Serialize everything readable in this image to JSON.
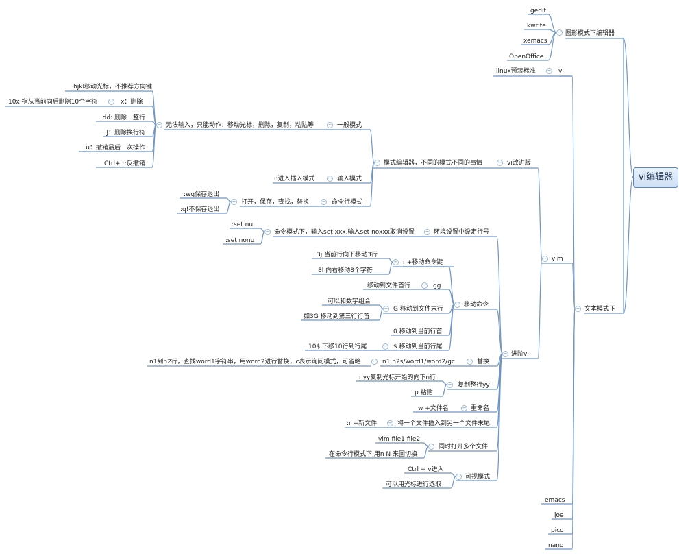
{
  "root": "vi编辑器",
  "gui": {
    "label": "图形模式下编辑器",
    "items": [
      "gedit",
      "kwrite",
      "xemacs",
      "OpenOffice"
    ]
  },
  "text_mode": {
    "label": "文本模式下",
    "vi": {
      "label": "vi",
      "note": "linux预装标准"
    },
    "vim": {
      "label": "vim",
      "improved": {
        "label": "vi改进版",
        "desc": "模式编辑器，不同的模式不同的事情",
        "normal": {
          "label": "一般模式",
          "desc": "无法输入，只能动作：移动光标，删除，复制，粘贴等",
          "items": [
            "hjkl移动光标，不推荐方向键",
            "x：删除",
            "10x   指从当前向后删除10个字符",
            "dd: 删除一整行",
            "J：删除换行符",
            "u：撤销最后一次操作",
            "Ctrl+ r:反撤销"
          ]
        },
        "insert": {
          "label": "输入模式",
          "desc": "i:进入插入模式"
        },
        "command": {
          "label": "命令行模式",
          "desc": "打开，保存，查找，替换",
          "items": [
            ":wq保存退出",
            ":q!不保存退出"
          ]
        }
      },
      "advanced": {
        "label": "进阶vi",
        "env": {
          "label": "环境设置中设定行号",
          "desc": "命令模式下，输入set xxx,输入set noxxx取消设置",
          "items": [
            ":set nu",
            ":set nonu"
          ]
        },
        "move": {
          "label": "移动命令",
          "nkeys": {
            "label": "n+移动命令键",
            "items": [
              "3j    当前行向下移动3行",
              "8l      向右移动8个字符"
            ]
          },
          "gg": {
            "label": "gg",
            "desc": "移动到文件首行"
          },
          "G": {
            "label": "G 移动到文件末行",
            "items": [
              "可以和数字组合",
              "如3G 移动到第三行行首"
            ]
          },
          "zero": "0 移动到当前行首",
          "dollar": {
            "label": "$ 移动到当前行尾",
            "desc": "10$    下移10行到行尾"
          }
        },
        "replace": {
          "label": "替换",
          "cmd": "n1,n2s/word1/word2/gc",
          "desc": "n1到n2行，查找word1字符串，用word2进行替换，c表示询问模式，可省略"
        },
        "yy": {
          "label": "复制整行yy",
          "items": [
            "nyy复制光标开始的向下n行",
            "p  粘贴"
          ]
        },
        "rename": {
          "label": "重命名",
          "desc": ":w +文件名"
        },
        "insertfile": {
          "label": "将一个文件插入到另一个文件末尾",
          "desc": ":r +新文件"
        },
        "multi": {
          "label": "同时打开多个文件",
          "items": [
            "vim file1 file2",
            "在命令行模式下,用n N 来回切换"
          ]
        },
        "visual": {
          "label": "可视模式",
          "items": [
            "Ctrl + v进入",
            "可以用光标进行选取"
          ]
        }
      }
    },
    "others": [
      "emacs",
      "joe",
      "pico",
      "nano"
    ]
  }
}
